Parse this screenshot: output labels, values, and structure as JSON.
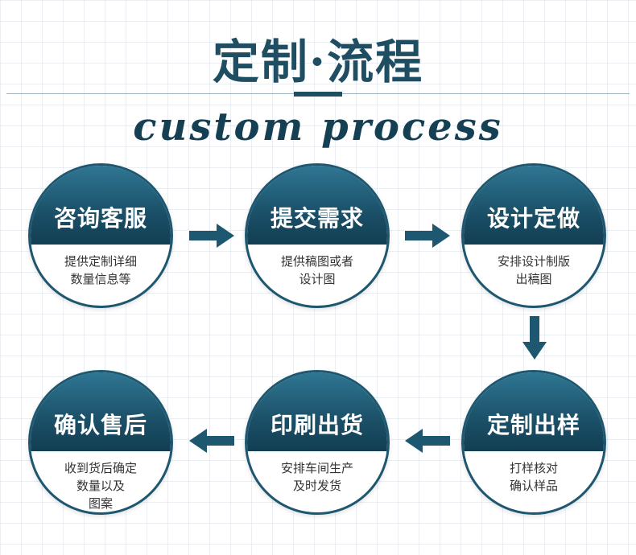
{
  "title": "定制·流程",
  "subtitle": "custom process",
  "colors": {
    "primary": "#1d5770",
    "arrow": "#1d5770"
  },
  "steps": [
    {
      "title": "咨询客服",
      "desc": "提供定制详细\n数量信息等"
    },
    {
      "title": "提交需求",
      "desc": "提供稿图或者\n设计图"
    },
    {
      "title": "设计定做",
      "desc": "安排设计制版\n出稿图"
    },
    {
      "title": "定制出样",
      "desc": "打样核对\n确认样品"
    },
    {
      "title": "印刷出货",
      "desc": "安排车间生产\n及时发货"
    },
    {
      "title": "确认售后",
      "desc": "收到货后确定\n数量以及\n图案"
    }
  ]
}
